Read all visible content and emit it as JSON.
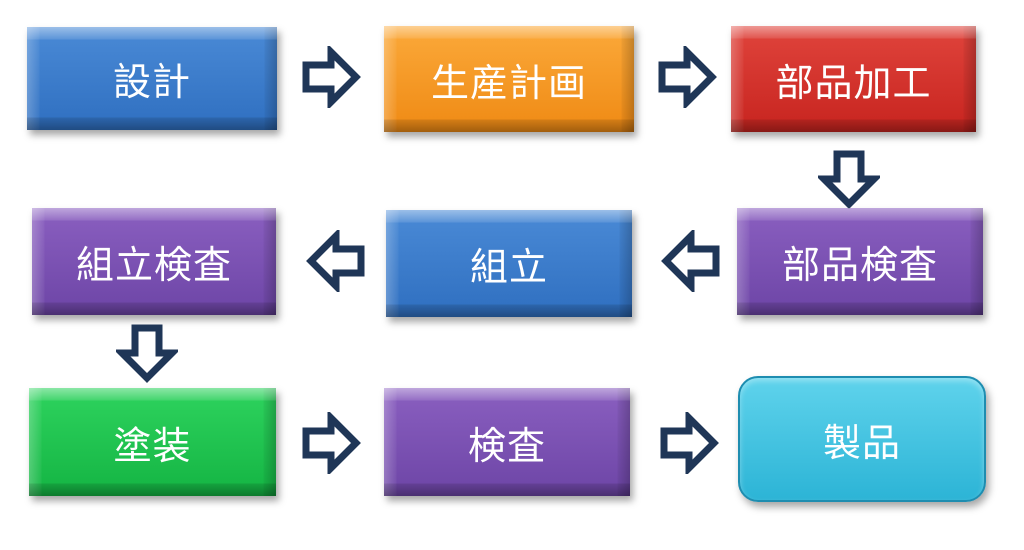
{
  "colors": {
    "blue": "#3b7bcb",
    "orange": "#f59a25",
    "red": "#d2332d",
    "purple": "#7a50b2",
    "green": "#20c450",
    "cyan": "#40c2e0",
    "arrow_outline": "#1f3657"
  },
  "steps": [
    {
      "label": "設計",
      "color": "blue"
    },
    {
      "label": "生産計画",
      "color": "orange"
    },
    {
      "label": "部品加工",
      "color": "red"
    },
    {
      "label": "組立検査",
      "color": "purple"
    },
    {
      "label": "組立",
      "color": "blue"
    },
    {
      "label": "部品検査",
      "color": "purple"
    },
    {
      "label": "塗装",
      "color": "green"
    },
    {
      "label": "検査",
      "color": "purple"
    },
    {
      "label": "製品",
      "color": "cyan"
    }
  ],
  "arrows": [
    {
      "direction": "right"
    },
    {
      "direction": "right"
    },
    {
      "direction": "down"
    },
    {
      "direction": "left"
    },
    {
      "direction": "left"
    },
    {
      "direction": "down"
    },
    {
      "direction": "right"
    },
    {
      "direction": "right"
    }
  ]
}
